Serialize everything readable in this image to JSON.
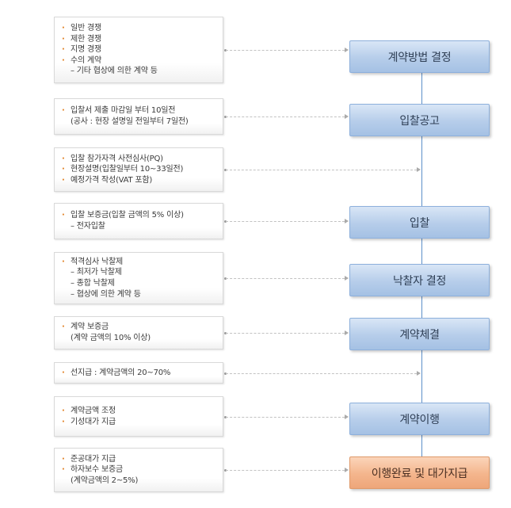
{
  "rows": [
    {
      "lines": [
        {
          "text": "일반 경쟁",
          "kind": "bullet"
        },
        {
          "text": "제한 경쟁",
          "kind": "bullet"
        },
        {
          "text": "지명 경쟁",
          "kind": "bullet"
        },
        {
          "text": "수의 계약",
          "kind": "bullet"
        },
        {
          "text": "– 기타 협상에 의한 계약 등",
          "kind": "sub"
        }
      ],
      "stage": "계약방법 결정"
    },
    {
      "lines": [
        {
          "text": "입찰서 제출 마감일 부터 10일전",
          "kind": "bullet"
        },
        {
          "text": "(공사 : 현장 설명일 전일부터 7일전)",
          "kind": "cont"
        }
      ],
      "stage": "입찰공고"
    },
    {
      "lines": [
        {
          "text": "입찰 참가자격 사전심사(PQ)",
          "kind": "bullet"
        },
        {
          "text": "현장설명(입찰일부터 10~33일전)",
          "kind": "bullet"
        },
        {
          "text": "예정가격 작성(VAT 포함)",
          "kind": "bullet"
        }
      ],
      "stage": null
    },
    {
      "lines": [
        {
          "text": "입찰 보증금(입찰 금액의 5% 이상)",
          "kind": "bullet"
        },
        {
          "text": "– 전자입찰",
          "kind": "sub"
        }
      ],
      "stage": "입찰"
    },
    {
      "lines": [
        {
          "text": "적격심사 낙찰제",
          "kind": "bullet"
        },
        {
          "text": "– 최저가 낙찰제",
          "kind": "sub"
        },
        {
          "text": "– 종합 낙찰제",
          "kind": "sub"
        },
        {
          "text": "– 협상에 의한 계약 등",
          "kind": "sub"
        }
      ],
      "stage": "낙찰자 결정"
    },
    {
      "lines": [
        {
          "text": "계약 보증금",
          "kind": "bullet"
        },
        {
          "text": "(계약 금액의 10% 이상)",
          "kind": "cont"
        }
      ],
      "stage": "계약체결"
    },
    {
      "lines": [
        {
          "text": "선지급 : 계약금액의 20~70%",
          "kind": "bullet"
        }
      ],
      "stage": null
    },
    {
      "lines": [
        {
          "text": "계약금액 조정",
          "kind": "bullet"
        },
        {
          "text": "기성대가 지급",
          "kind": "bullet"
        }
      ],
      "stage": "계약이행"
    },
    {
      "lines": [
        {
          "text": "준공대가 지급",
          "kind": "bullet"
        },
        {
          "text": "하자보수 보증금",
          "kind": "bullet"
        },
        {
          "text": "(계약금액의 2~5%)",
          "kind": "cont"
        }
      ],
      "stage": "이행완료 및 대가지급"
    }
  ],
  "colors": {
    "stage_fill": "#b6cdea",
    "final_stage_fill": "#f4b58c",
    "bullet": "#e07b1a",
    "spine": "#5d8fc9"
  }
}
